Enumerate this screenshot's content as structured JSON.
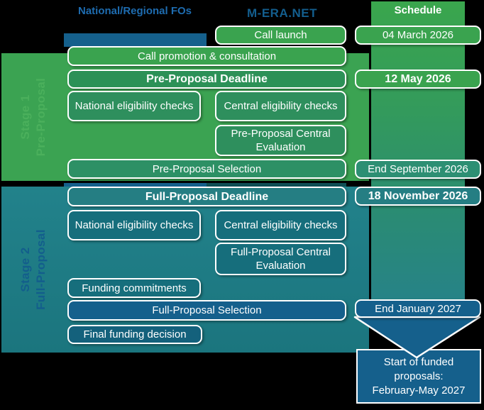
{
  "header": {
    "fos_label": "National/Regional FOs",
    "logo": "M-ERA.NET",
    "schedule_title": "Schedule"
  },
  "stage1": {
    "label_line1": "Stage 1",
    "label_line2": "Pre-Proposal",
    "call_launch": "Call launch",
    "call_promotion": "Call promotion & consultation",
    "deadline": "Pre-Proposal Deadline",
    "national_checks": "National eligibility checks",
    "central_checks": "Central eligibility checks",
    "central_evaluation": "Pre-Proposal Central Evaluation",
    "selection": "Pre-Proposal Selection"
  },
  "stage2": {
    "label_line1": "Stage 2",
    "label_line2": "Full-Proposal",
    "deadline": "Full-Proposal Deadline",
    "national_checks": "National eligibility checks",
    "central_checks": "Central eligibility checks",
    "central_evaluation": "Full-Proposal Central Evaluation",
    "funding_commitments": "Funding commitments",
    "selection": "Full-Proposal Selection",
    "final_decision": "Final funding decision"
  },
  "schedule": {
    "call_launch_date": "04 March 2026",
    "pre_deadline_date": "12 May 2026",
    "pre_selection_date": "End September 2026",
    "full_deadline_date": "18 November 2026",
    "full_selection_date": "End January 2027",
    "start_text": "Start of funded\nproposals:\nFebruary-May 2027"
  },
  "colors": {
    "stage1_green": "#3ba352",
    "box_green": "#3aa34f",
    "box_dark_green": "#2e8f5d",
    "stage2_teal": "#1f7e87",
    "box_dark_teal": "#166e7c",
    "dark_blue": "#15608c",
    "header_blue": "#1e6cb0",
    "logo_blue": "#135e8e",
    "background": "#000000"
  }
}
